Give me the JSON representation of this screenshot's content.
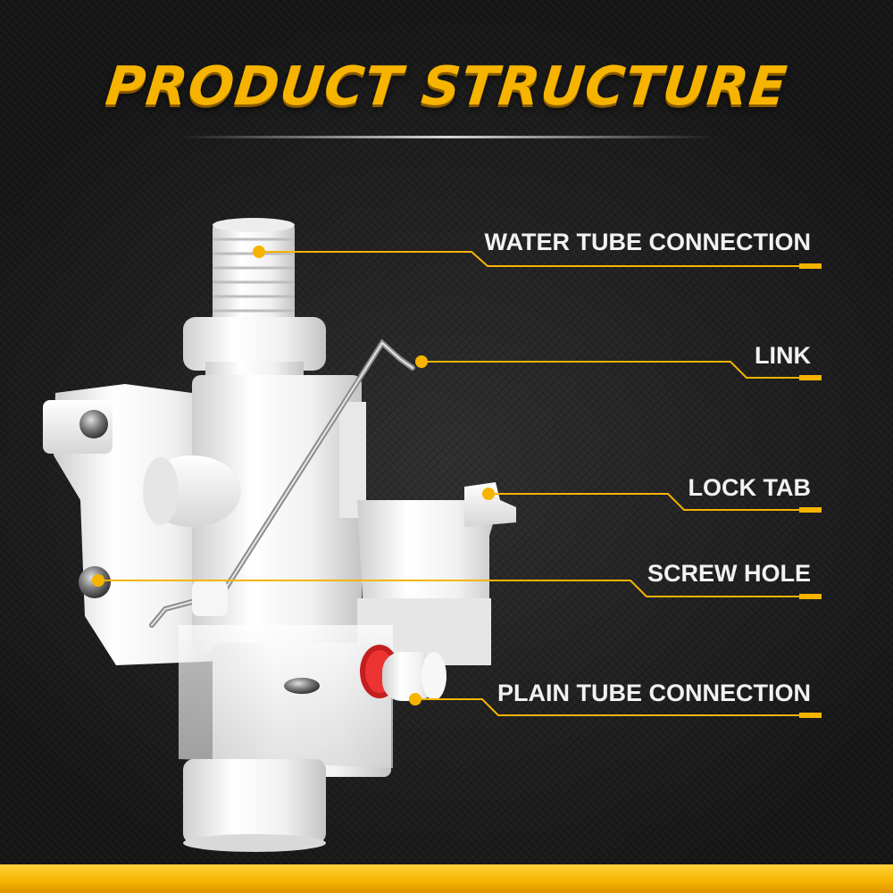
{
  "header": {
    "title": "PRODUCT STRUCTURE"
  },
  "callouts": [
    {
      "label": "WATER TUBE CONNECTION"
    },
    {
      "label": "LINK"
    },
    {
      "label": "LOCK TAB"
    },
    {
      "label": "SCREW HOLE"
    },
    {
      "label": "PLAIN TUBE CONNECTION"
    }
  ],
  "colors": {
    "accent": "#f6b400",
    "background": "#1b1b1b",
    "label_text": "#f2f2f2",
    "product": "#f4f4f4"
  }
}
